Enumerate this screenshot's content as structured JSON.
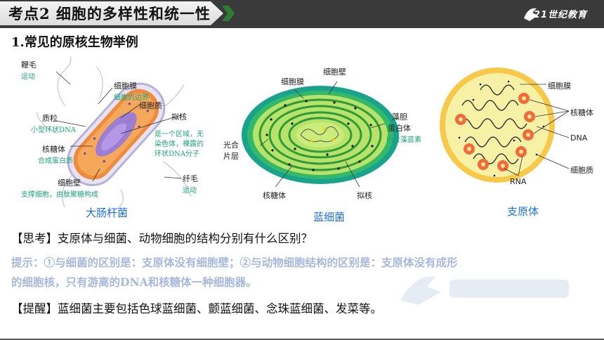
{
  "header": {
    "title": "考点2  细胞的多样性和统一性",
    "logo_text": "21世纪教育"
  },
  "section_title": "1.常见的原核生物举例",
  "ecoli": {
    "caption": "大肠杆菌",
    "labels": {
      "flagellum": "鞭毛",
      "flagellum_fn": "运动",
      "membrane": "细胞膜",
      "membrane_fn": "细胞的边界",
      "cytoplasm": "细胞质",
      "plasmid": "质粒",
      "plasmid_fn": "小型环状DNA",
      "nucleoid": "拟核",
      "nucleoid_fn1": "是一个区域，无",
      "nucleoid_fn2": "染色体，裸露的",
      "nucleoid_fn3": "环状DNA分子",
      "ribosome": "核糖体",
      "ribosome_fn": "合成蛋白质",
      "wall": "细胞壁",
      "wall_fn": "支撑细胞，由肽聚糖构成",
      "pili": "纤毛",
      "pili_fn": "运动"
    }
  },
  "cyano": {
    "caption": "蓝细菌",
    "labels": {
      "membrane": "细胞膜",
      "wall": "细胞壁",
      "phyco": "藻胆",
      "phyco2": "蛋白体",
      "phyco_fn": "内含藻蓝素",
      "lamella1": "光合",
      "lamella2": "片层",
      "ribosome": "核糖体",
      "nucleoid": "拟核"
    }
  },
  "myco": {
    "caption": "支原体",
    "labels": {
      "membrane": "细胞膜",
      "ribosome": "核糖体",
      "dna": "DNA",
      "cytoplasm": "细胞质",
      "rna": "RNA"
    }
  },
  "think": "【思考】支原体与细菌、动物细胞的结构分别有什么区别？",
  "hint_line1": "提示：①与细菌的区别是：支原体没有细胞壁；②与动物细胞结构的区别是：支原体没有成形",
  "hint_line2": "的细胞核，只有游离的DNA和核糖体一种细胞器。",
  "reminder": "【提醒】蓝细菌主要包括色球蓝细菌、颤蓝细菌、念珠蓝细菌、发菜等。",
  "colors": {
    "caption": "#1d6fe0",
    "hint": "#a7b8dd",
    "label_green": "#1fa37a",
    "header_bg": "#3a3a3a"
  }
}
